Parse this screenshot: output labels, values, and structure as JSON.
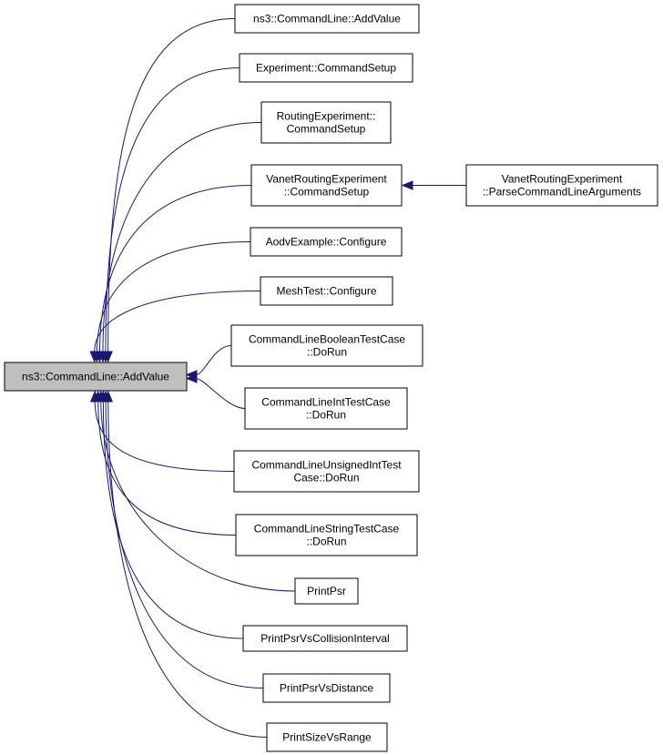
{
  "diagram": {
    "root": {
      "lines": [
        "ns3::CommandLine::AddValue"
      ]
    },
    "callers": [
      {
        "id": "c1",
        "lines": [
          "ns3::CommandLine::AddValue"
        ]
      },
      {
        "id": "c2",
        "lines": [
          "Experiment::CommandSetup"
        ]
      },
      {
        "id": "c3",
        "lines": [
          "RoutingExperiment::",
          "CommandSetup"
        ]
      },
      {
        "id": "c4",
        "lines": [
          "VanetRoutingExperiment",
          "::CommandSetup"
        ]
      },
      {
        "id": "c5",
        "lines": [
          "AodvExample::Configure"
        ]
      },
      {
        "id": "c6",
        "lines": [
          "MeshTest::Configure"
        ]
      },
      {
        "id": "c7",
        "lines": [
          "CommandLineBooleanTestCase",
          "::DoRun"
        ]
      },
      {
        "id": "c8",
        "lines": [
          "CommandLineIntTestCase",
          "::DoRun"
        ]
      },
      {
        "id": "c9",
        "lines": [
          "CommandLineUnsignedIntTest",
          "Case::DoRun"
        ]
      },
      {
        "id": "c10",
        "lines": [
          "CommandLineStringTestCase",
          "::DoRun"
        ]
      },
      {
        "id": "c11",
        "lines": [
          "PrintPsr"
        ]
      },
      {
        "id": "c12",
        "lines": [
          "PrintPsrVsCollisionInterval"
        ]
      },
      {
        "id": "c13",
        "lines": [
          "PrintPsrVsDistance"
        ]
      },
      {
        "id": "c14",
        "lines": [
          "PrintSizeVsRange"
        ]
      }
    ],
    "second_level": [
      {
        "id": "s1",
        "lines": [
          "VanetRoutingExperiment",
          "::ParseCommandLineArguments"
        ],
        "calls": "c4"
      }
    ],
    "colors": {
      "edge": "#191970",
      "root_fill": "#bfbfbf",
      "node_fill": "#ffffff",
      "node_stroke": "#000000"
    }
  }
}
